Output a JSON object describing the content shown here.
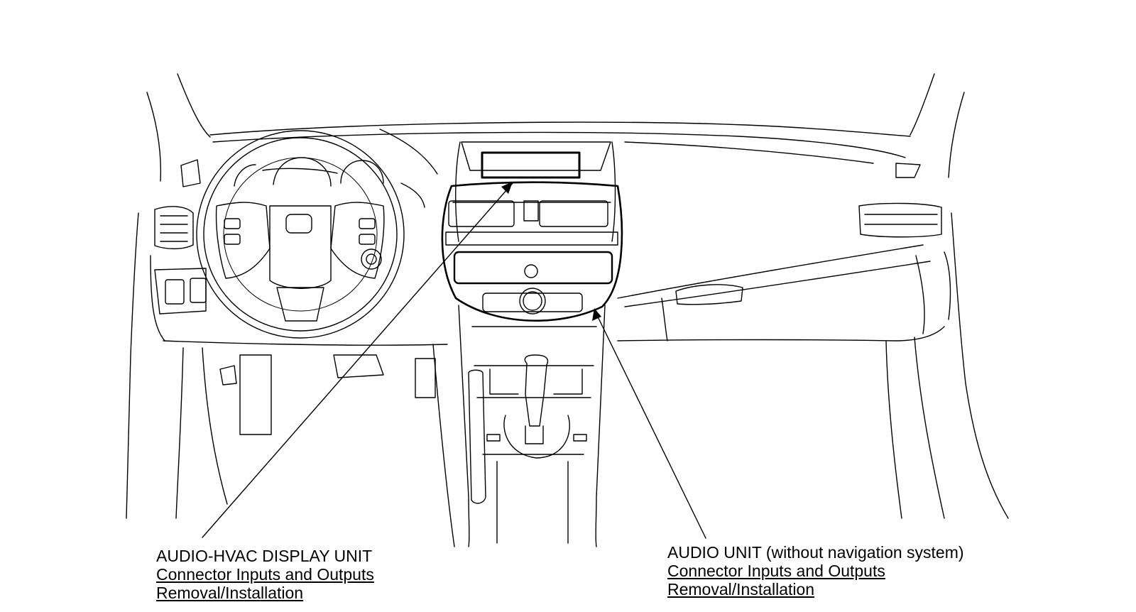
{
  "callouts": {
    "left": {
      "title": "AUDIO-HVAC DISPLAY UNIT",
      "links": [
        "Connector Inputs and Outputs",
        "Removal/Installation"
      ]
    },
    "right": {
      "title": "AUDIO UNIT (without navigation system)",
      "links": [
        "Connector Inputs and Outputs",
        "Removal/Installation"
      ]
    }
  },
  "icons": [
    "steering-wheel-icon",
    "gear-shifter-icon",
    "airbag-emblem-icon"
  ],
  "colors": {
    "line": "#000000",
    "background": "#ffffff"
  }
}
